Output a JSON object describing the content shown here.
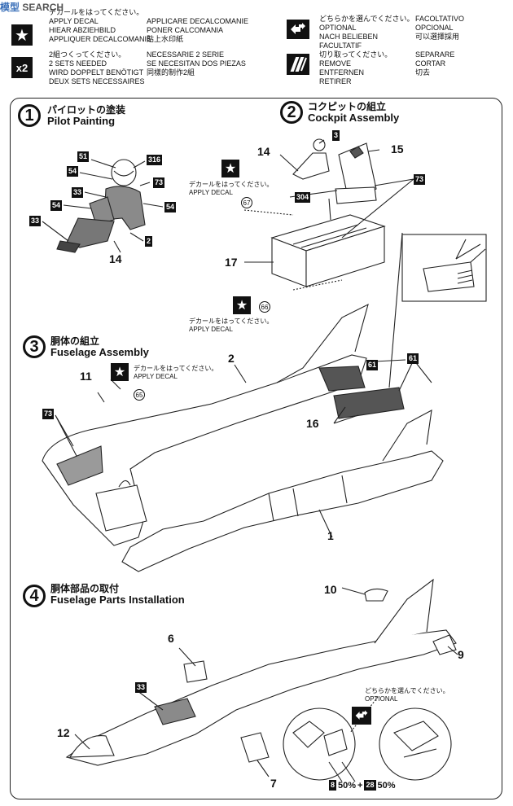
{
  "watermark": {
    "brand": "模型",
    "search": "SEARCH"
  },
  "legend": {
    "apply_decal": {
      "lines": [
        "デカールをはってください。",
        "APPLY DECAL",
        "HIEAR ABZIEHBILD",
        "APPLIQUER DECALCOMANIE"
      ],
      "lines2": [
        "APPLICARE DECALCOMANIE",
        "PONER CALCOMANIA",
        "貼上水印紙"
      ]
    },
    "x2": {
      "badge": "x2",
      "lines": [
        "2組つくってください。",
        "2 SETS NEEDED",
        "WIRD DOPPELT BENÖTIGT",
        "DEUX SETS NECESSAIRES"
      ],
      "lines2": [
        "NECESSARIE 2 SERIE",
        "SE NECESITAN DOS PIEZAS",
        "同樣的制作2組"
      ]
    },
    "optional": {
      "lines": [
        "どちらかを選んでください。",
        "OPTIONAL",
        "NACH BELIEBEN",
        "FACULTATIF"
      ],
      "lines2": [
        "FACOLTATIVO",
        "OPCIONAL",
        "可以選擇採用"
      ]
    },
    "remove": {
      "lines": [
        "切り取ってください。",
        "REMOVE",
        "ENTFERNEN",
        "RETIRER"
      ],
      "lines2": [
        "SEPARARE",
        "CORTAR",
        "切去"
      ]
    }
  },
  "steps": [
    {
      "num": "1",
      "jp": "パイロットの塗装",
      "en": "Pilot Painting"
    },
    {
      "num": "2",
      "jp": "コクピットの組立",
      "en": "Cockpit Assembly"
    },
    {
      "num": "3",
      "jp": "胴体の組立",
      "en": "Fuselage Assembly"
    },
    {
      "num": "4",
      "jp": "胴体部品の取付",
      "en": "Fuselage Parts Installation"
    }
  ],
  "decal_note": {
    "jp": "デカールをはってください。",
    "en": "APPLY DECAL"
  },
  "optional_note": {
    "jp": "どちらかを選んでください。",
    "en": "OPTIONAL"
  },
  "colors": {
    "c51": "51",
    "c316": "316",
    "c54": "54",
    "c73": "73",
    "c33": "33",
    "c2": "2",
    "c3": "3",
    "c304": "304",
    "c61": "61",
    "c8": "8",
    "c28": "28"
  },
  "decals": {
    "d67": "67",
    "d66": "66",
    "d65": "65"
  },
  "parts": {
    "p14": "14",
    "p15": "15",
    "p17": "17",
    "p2": "2",
    "p11": "11",
    "p16": "16",
    "p1": "1",
    "p10": "10",
    "p6": "6",
    "p9": "9",
    "p12": "12",
    "p7": "7"
  },
  "mix": {
    "pct1": "50%",
    "plus": "+",
    "pct2": "50%"
  }
}
